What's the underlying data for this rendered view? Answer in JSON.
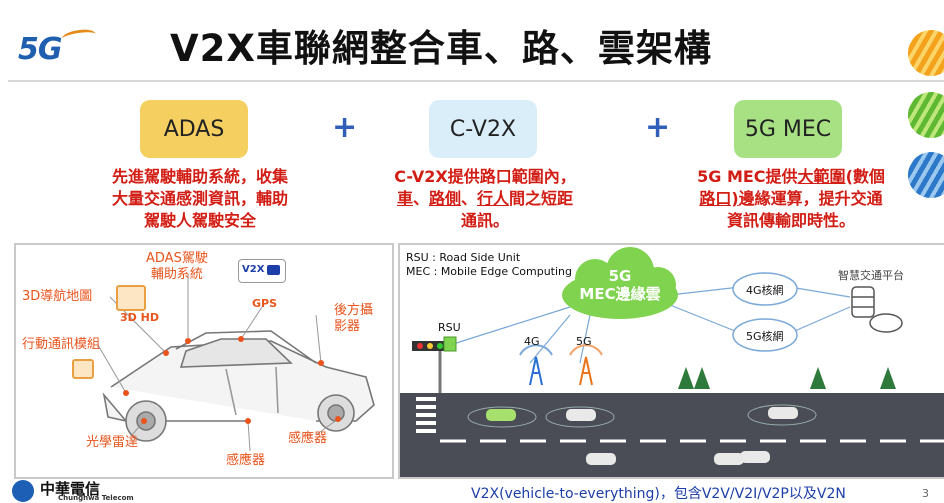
{
  "header": {
    "logo_text": "5G",
    "title": "V2X車聯網整合車、路、雲架構"
  },
  "concepts": [
    {
      "label": "ADAS",
      "color": "#f6cf61"
    },
    {
      "label": "C-V2X",
      "color": "#d9eef9"
    },
    {
      "label": "5G MEC",
      "color": "#a7e184"
    }
  ],
  "plus_symbol": "+",
  "descriptions": {
    "adas": [
      "先進駕駛輔助系統，收集",
      "大量交通感測資訊，輔助",
      "駕駛人駕駛安全"
    ],
    "cv2x_line1": "C-V2X提供路口範圍內，",
    "cv2x_line2_parts": [
      "車",
      "、",
      "路側",
      "、",
      "行人",
      "間之短距"
    ],
    "cv2x_line3": "通訊。",
    "mec_line1_parts": [
      "5G MEC提供",
      "大範圍",
      "(數個"
    ],
    "mec_line2_parts": [
      "路口)",
      "邊緣運算，提升交通"
    ],
    "mec_line3": "資訊傳輸即時性。"
  },
  "left_panel": {
    "adas_label": [
      "ADAS駕駛",
      "輔助系統"
    ],
    "v2x_badge": "V2X",
    "gps": "GPS",
    "nav_map": "3D導航地圖",
    "hd": "3D HD",
    "rear_cam": [
      "後方攝",
      "影器"
    ],
    "mobile_module": "行動通訊模組",
    "lidar": "光學雷達",
    "sensor_1": "感應器",
    "sensor_2": "感應器"
  },
  "right_panel": {
    "legend": [
      "RSU : Road Side Unit",
      "MEC : Mobile Edge Computing"
    ],
    "cloud_label": [
      "5G",
      "MEC邊緣雲"
    ],
    "core_4g": "4G核網",
    "core_5g": "5G核網",
    "platform": "智慧交通平台",
    "rsu": "RSU",
    "tower_4g": "4G",
    "tower_5g": "5G"
  },
  "footer": {
    "company_cn": "中華電信",
    "company_en": "Chunghwa Telecom",
    "caption": "V2X(vehicle-to-everything)，包含V2V/V2I/V2P以及V2N",
    "page": "3"
  },
  "colors": {
    "title": "#111111",
    "accent_red": "#d21d14",
    "label_orange": "#e8541c",
    "plus_blue": "#2f5fb8",
    "road": "#4a4d55",
    "cloud_green": "#7fd34e"
  },
  "icons": [
    "v2x-car-icon",
    "3d-map-icon",
    "mobile-module-icon",
    "server-cloud-icon",
    "tree-icon",
    "antenna-icon",
    "traffic-light-icon"
  ]
}
